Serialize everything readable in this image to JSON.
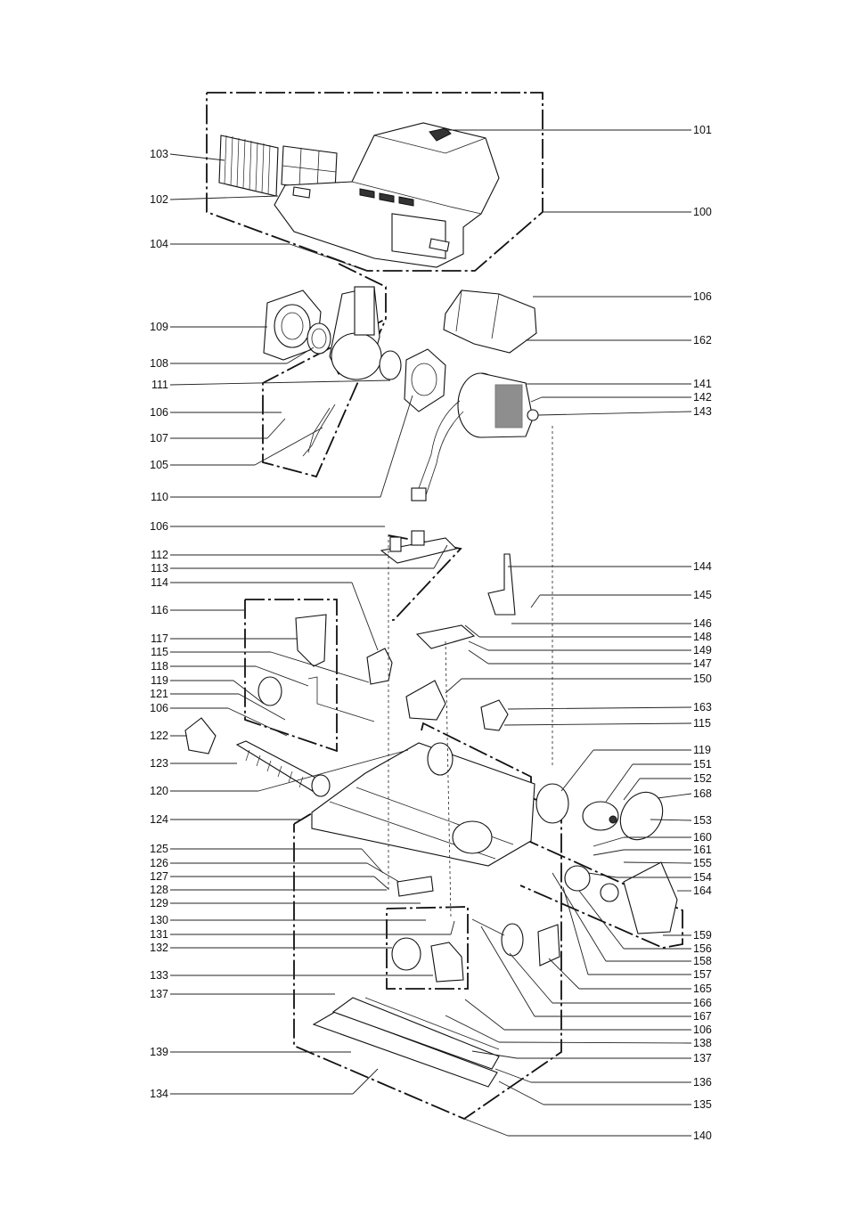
{
  "parts": {
    "left": [
      "103",
      "102",
      "104",
      "109",
      "108",
      "111",
      "106",
      "107",
      "105",
      "110",
      "106",
      "112",
      "113",
      "114",
      "116",
      "117",
      "115",
      "118",
      "119",
      "121",
      "106",
      "122",
      "123",
      "120",
      "124",
      "125",
      "126",
      "127",
      "128",
      "129",
      "130",
      "131",
      "132",
      "133",
      "137",
      "139",
      "134"
    ],
    "right": [
      "101",
      "100",
      "106",
      "162",
      "141",
      "142",
      "143",
      "144",
      "145",
      "146",
      "148",
      "149",
      "147",
      "150",
      "163",
      "115",
      "119",
      "151",
      "152",
      "168",
      "153",
      "160",
      "161",
      "155",
      "154",
      "164",
      "159",
      "156",
      "158",
      "157",
      "165",
      "166",
      "167",
      "106",
      "138",
      "137",
      "136",
      "135",
      "140"
    ]
  }
}
